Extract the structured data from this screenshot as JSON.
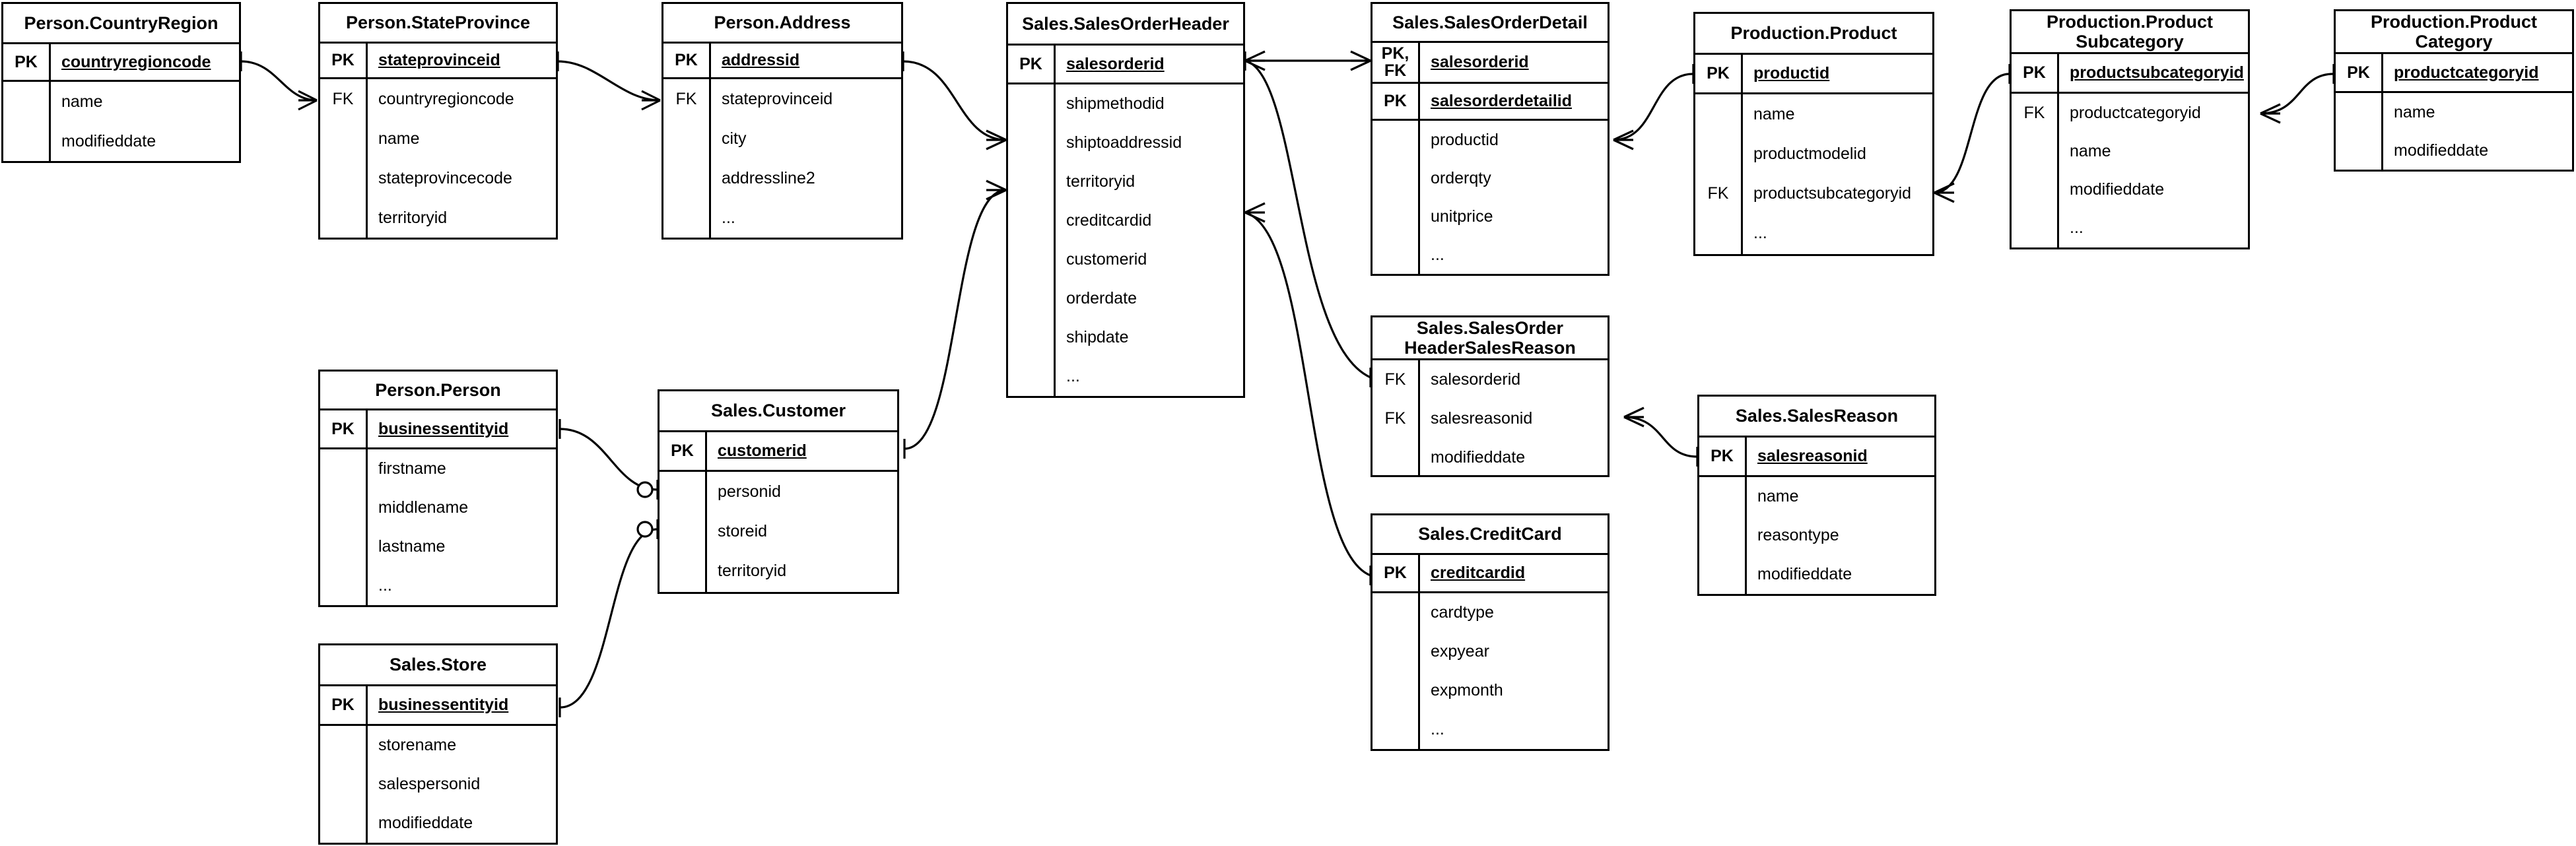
{
  "diagram": {
    "title": "AdventureWorks Sales ER Diagram",
    "notation": "crows-foot",
    "background": "#ffffff",
    "line_color": "#000000"
  },
  "entities": [
    {
      "id": "country_region",
      "title": "Person.CountryRegion",
      "pk_rows": [
        {
          "key": "PK",
          "name": "countryregioncode"
        }
      ],
      "field_rows": [
        {
          "key": "",
          "name": "name"
        },
        {
          "key": "",
          "name": "modifieddate"
        }
      ]
    },
    {
      "id": "state_province",
      "title": "Person.StateProvince",
      "pk_rows": [
        {
          "key": "PK",
          "name": "stateprovinceid"
        }
      ],
      "field_rows": [
        {
          "key": "FK",
          "name": "countryregioncode"
        },
        {
          "key": "",
          "name": "name"
        },
        {
          "key": "",
          "name": "stateprovincecode"
        },
        {
          "key": "",
          "name": "territoryid"
        }
      ]
    },
    {
      "id": "address",
      "title": "Person.Address",
      "pk_rows": [
        {
          "key": "PK",
          "name": "addressid"
        }
      ],
      "field_rows": [
        {
          "key": "FK",
          "name": "stateprovinceid"
        },
        {
          "key": "",
          "name": "city"
        },
        {
          "key": "",
          "name": "addressline2"
        },
        {
          "key": "",
          "name": "..."
        }
      ]
    },
    {
      "id": "sales_order_header",
      "title": "Sales.SalesOrderHeader",
      "pk_rows": [
        {
          "key": "PK",
          "name": "salesorderid"
        }
      ],
      "field_rows": [
        {
          "key": "",
          "name": "shipmethodid"
        },
        {
          "key": "",
          "name": "shiptoaddressid"
        },
        {
          "key": "",
          "name": "territoryid"
        },
        {
          "key": "",
          "name": "creditcardid"
        },
        {
          "key": "",
          "name": "customerid"
        },
        {
          "key": "",
          "name": "orderdate"
        },
        {
          "key": "",
          "name": "shipdate"
        },
        {
          "key": "",
          "name": "..."
        }
      ]
    },
    {
      "id": "sales_order_detail",
      "title": "Sales.SalesOrderDetail",
      "pk_rows": [
        {
          "key": "PK,\nFK",
          "name": "salesorderid"
        },
        {
          "key": "PK",
          "name": "salesorderdetailid"
        }
      ],
      "field_rows": [
        {
          "key": "",
          "name": "productid"
        },
        {
          "key": "",
          "name": "orderqty"
        },
        {
          "key": "",
          "name": "unitprice"
        },
        {
          "key": "",
          "name": "..."
        }
      ]
    },
    {
      "id": "product",
      "title": "Production.Product",
      "pk_rows": [
        {
          "key": "PK",
          "name": "productid"
        }
      ],
      "field_rows": [
        {
          "key": "",
          "name": "name"
        },
        {
          "key": "",
          "name": "productmodelid"
        },
        {
          "key": "FK",
          "name": "productsubcategoryid"
        },
        {
          "key": "",
          "name": "..."
        }
      ]
    },
    {
      "id": "product_subcategory",
      "title": "Production.Product\nSubcategory",
      "pk_rows": [
        {
          "key": "PK",
          "name": "productsubcategoryid"
        }
      ],
      "field_rows": [
        {
          "key": "FK",
          "name": "productcategoryid"
        },
        {
          "key": "",
          "name": "name"
        },
        {
          "key": "",
          "name": "modifieddate"
        },
        {
          "key": "",
          "name": "..."
        }
      ]
    },
    {
      "id": "product_category",
      "title": "Production.Product\nCategory",
      "pk_rows": [
        {
          "key": "PK",
          "name": "productcategoryid"
        }
      ],
      "field_rows": [
        {
          "key": "",
          "name": "name"
        },
        {
          "key": "",
          "name": "modifieddate"
        }
      ]
    },
    {
      "id": "soh_sales_reason",
      "title": "Sales.SalesOrder\nHeaderSalesReason",
      "pk_rows": [],
      "field_rows": [
        {
          "key": "FK",
          "name": "salesorderid"
        },
        {
          "key": "FK",
          "name": "salesreasonid"
        },
        {
          "key": "",
          "name": "modifieddate"
        }
      ]
    },
    {
      "id": "sales_reason",
      "title": "Sales.SalesReason",
      "pk_rows": [
        {
          "key": "PK",
          "name": "salesreasonid"
        }
      ],
      "field_rows": [
        {
          "key": "",
          "name": "name"
        },
        {
          "key": "",
          "name": "reasontype"
        },
        {
          "key": "",
          "name": "modifieddate"
        }
      ]
    },
    {
      "id": "credit_card",
      "title": "Sales.CreditCard",
      "pk_rows": [
        {
          "key": "PK",
          "name": "creditcardid"
        }
      ],
      "field_rows": [
        {
          "key": "",
          "name": "cardtype"
        },
        {
          "key": "",
          "name": "expyear"
        },
        {
          "key": "",
          "name": "expmonth"
        },
        {
          "key": "",
          "name": "..."
        }
      ]
    },
    {
      "id": "person",
      "title": "Person.Person",
      "pk_rows": [
        {
          "key": "PK",
          "name": "businessentityid"
        }
      ],
      "field_rows": [
        {
          "key": "",
          "name": "firstname"
        },
        {
          "key": "",
          "name": "middlename"
        },
        {
          "key": "",
          "name": "lastname"
        },
        {
          "key": "",
          "name": "..."
        }
      ]
    },
    {
      "id": "customer",
      "title": "Sales.Customer",
      "pk_rows": [
        {
          "key": "PK",
          "name": "customerid"
        }
      ],
      "field_rows": [
        {
          "key": "",
          "name": "personid"
        },
        {
          "key": "",
          "name": "storeid"
        },
        {
          "key": "",
          "name": "territoryid"
        }
      ]
    },
    {
      "id": "store",
      "title": "Sales.Store",
      "pk_rows": [
        {
          "key": "PK",
          "name": "businessentityid"
        }
      ],
      "field_rows": [
        {
          "key": "",
          "name": "storename"
        },
        {
          "key": "",
          "name": "salespersonid"
        },
        {
          "key": "",
          "name": "modifieddate"
        }
      ]
    }
  ],
  "relationships": [
    {
      "from": "country_region.countryregioncode",
      "to": "state_province.countryregioncode",
      "from_card": "one",
      "to_card": "many"
    },
    {
      "from": "state_province.stateprovinceid",
      "to": "address.stateprovinceid",
      "from_card": "one",
      "to_card": "many"
    },
    {
      "from": "address.addressid",
      "to": "sales_order_header.shiptoaddressid",
      "from_card": "one",
      "to_card": "many"
    },
    {
      "from": "sales_order_header.salesorderid",
      "to": "sales_order_detail.salesorderid",
      "from_card": "one",
      "to_card": "many"
    },
    {
      "from": "sales_order_header.salesorderid",
      "to": "soh_sales_reason.salesorderid",
      "from_card": "one",
      "to_card": "many"
    },
    {
      "from": "sales_order_header.creditcardid",
      "to": "credit_card.creditcardid",
      "from_card": "many",
      "to_card": "one"
    },
    {
      "from": "product.productid",
      "to": "sales_order_detail.productid",
      "from_card": "one",
      "to_card": "many"
    },
    {
      "from": "product_subcategory.productsubcategoryid",
      "to": "product.productsubcategoryid",
      "from_card": "one",
      "to_card": "many"
    },
    {
      "from": "product_category.productcategoryid",
      "to": "product_subcategory.productcategoryid",
      "from_card": "one",
      "to_card": "many"
    },
    {
      "from": "sales_reason.salesreasonid",
      "to": "soh_sales_reason.salesreasonid",
      "from_card": "one",
      "to_card": "many"
    },
    {
      "from": "customer.customerid",
      "to": "sales_order_header.customerid",
      "from_card": "one",
      "to_card": "many"
    },
    {
      "from": "person.businessentityid",
      "to": "customer.personid",
      "from_card": "one",
      "to_card": "zero-or-one"
    },
    {
      "from": "store.businessentityid",
      "to": "customer.storeid",
      "from_card": "one",
      "to_card": "zero-or-one"
    }
  ]
}
